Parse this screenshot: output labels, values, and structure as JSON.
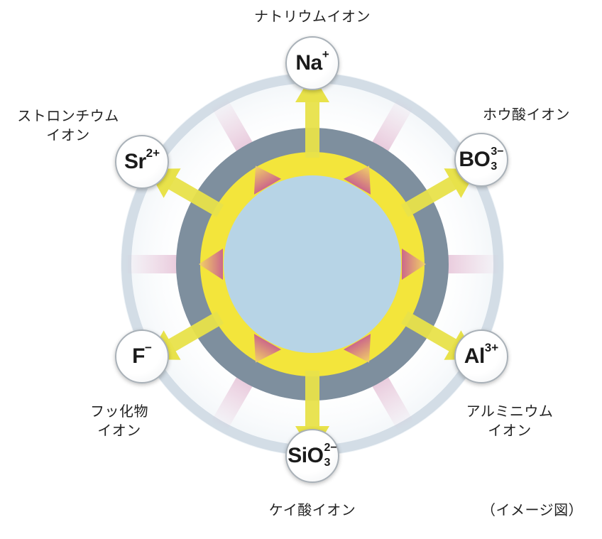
{
  "ions": [
    {
      "id": "na",
      "base": "Na",
      "charge": "+",
      "subscript": "",
      "caption_lines": [
        "ナトリウムイオン"
      ]
    },
    {
      "id": "bo3",
      "base": "BO",
      "charge": "3−",
      "subscript": "3",
      "caption_lines": [
        "ホウ酸イオン"
      ]
    },
    {
      "id": "al",
      "base": "Al",
      "charge": "3+",
      "subscript": "",
      "caption_lines": [
        "アルミニウム",
        "イオン"
      ]
    },
    {
      "id": "sio3",
      "base": "SiO",
      "charge": "2−",
      "subscript": "3",
      "caption_lines": [
        "ケイ酸イオン"
      ]
    },
    {
      "id": "f",
      "base": "F",
      "charge": "−",
      "subscript": "",
      "caption_lines": [
        "フッ化物",
        "イオン"
      ]
    },
    {
      "id": "sr",
      "base": "Sr",
      "charge": "2+",
      "subscript": "",
      "caption_lines": [
        "ストロンチウム",
        "イオン"
      ]
    }
  ],
  "note": "（イメージ図）",
  "colors": {
    "outer_ring": "#d3dde6",
    "core": "#b7d4e6",
    "glass_layer": "#f3e53b",
    "shell": "#7e8f9e",
    "arrow": "#e8e24a",
    "inflow": "#d9a4c3"
  }
}
